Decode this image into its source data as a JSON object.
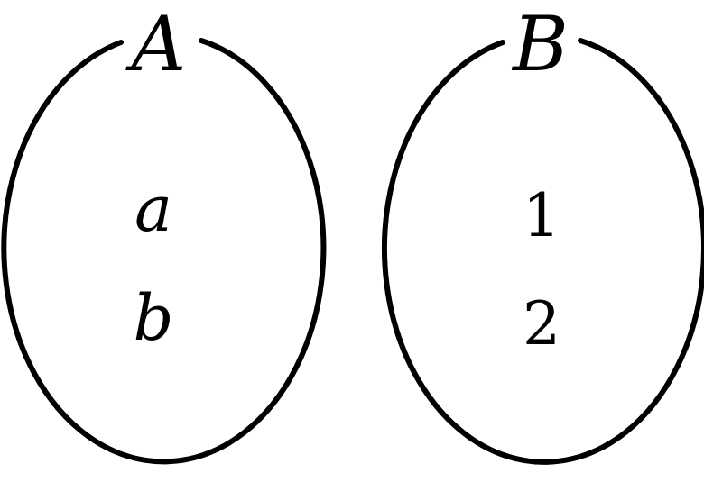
{
  "sets": [
    {
      "label": "A",
      "elements": [
        "a",
        "b"
      ]
    },
    {
      "label": "B",
      "elements": [
        "1",
        "2"
      ]
    }
  ]
}
